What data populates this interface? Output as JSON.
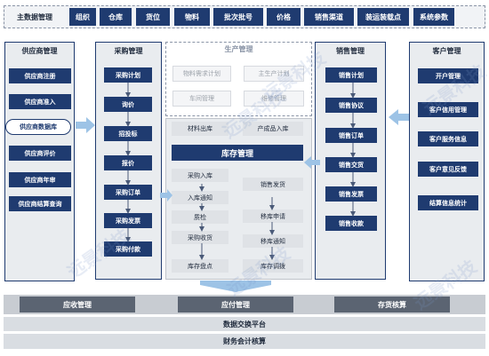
{
  "master_data": {
    "title": "主数据管理",
    "items": [
      "组织",
      "仓库",
      "货位",
      "物料",
      "批次批号",
      "价格",
      "销售渠道",
      "装运装载点",
      "系统参数"
    ]
  },
  "supplier": {
    "title": "供应商管理",
    "items": [
      "供应商注册",
      "供应商准入",
      "供应商数据库",
      "供应商评价",
      "供应商年审",
      "供应商结算查询"
    ]
  },
  "purchase": {
    "title": "采购管理",
    "items": [
      "采购计划",
      "询价",
      "招投标",
      "报价",
      "采购订单",
      "采购发票",
      "采购付款"
    ]
  },
  "production": {
    "title": "生产管理",
    "items": [
      "物料需求计划",
      "主生产计划",
      "车间管理",
      "维修管理"
    ]
  },
  "inventory": {
    "title": "库存管理",
    "top_items": [
      "材料出库",
      "产成品入库"
    ],
    "left_items": [
      "采购入库",
      "入库通知",
      "质检",
      "采购收货",
      "库存盘点"
    ],
    "right_items": [
      "销售发货",
      "移库申请",
      "移库通知",
      "库存调拨"
    ]
  },
  "sales": {
    "title": "销售管理",
    "items": [
      "销售计划",
      "销售协议",
      "销售订单",
      "销售交货",
      "销售发票",
      "销售收款"
    ]
  },
  "customer": {
    "title": "客户管理",
    "items": [
      "开户管理",
      "客户信用管理",
      "客户服务信息",
      "客户意见反馈",
      "结算信息统计"
    ]
  },
  "bottom": {
    "receivable": "应收管理",
    "payable": "应付管理",
    "inventory_accounting": "存货核算",
    "data_exchange": "数据交换平台",
    "finance": "财务会计核算"
  },
  "watermark": "远景科技",
  "colors": {
    "navy": "#17375e",
    "box_navy": "#1f3b70",
    "panel_gray": "#e9ecef",
    "band_gray": "#c8ccd2",
    "arrow_blue": "#9dc3e6"
  }
}
